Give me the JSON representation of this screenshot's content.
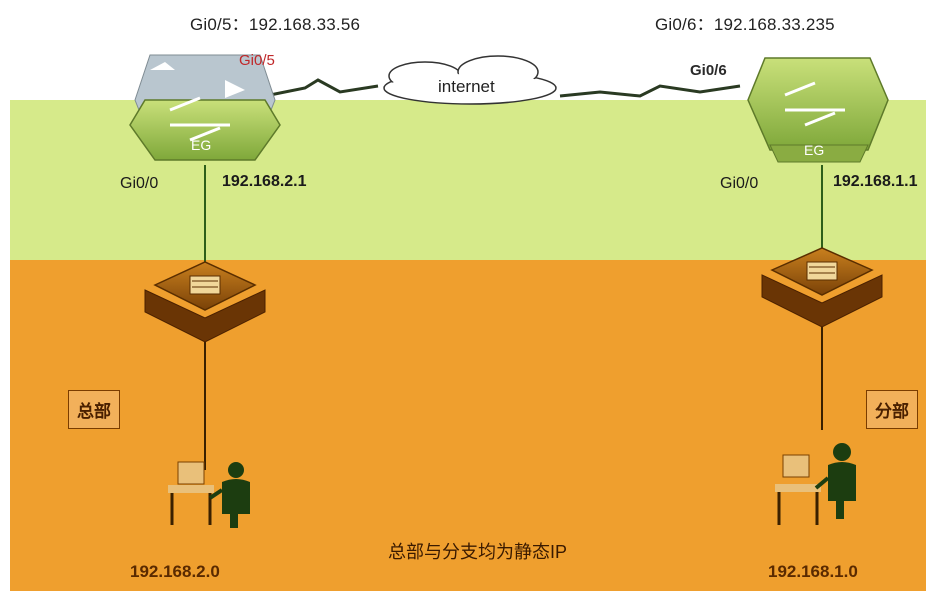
{
  "hq": {
    "wan_label": "Gi0/5：192.168.33.56",
    "wan_port": "Gi0/5",
    "router_label": "EG",
    "lan_port": "Gi0/0",
    "lan_ip": "192.168.2.1",
    "site_name": "总部",
    "network": "192.168.2.0"
  },
  "branch": {
    "wan_label": "Gi0/6：192.168.33.235",
    "wan_port": "Gi0/6",
    "router_label": "EG",
    "lan_port": "Gi0/0",
    "lan_ip": "192.168.1.1",
    "site_name": "分部",
    "network": "192.168.1.0"
  },
  "cloud_label": "internet",
  "footer_note": "总部与分支均为静态IP"
}
